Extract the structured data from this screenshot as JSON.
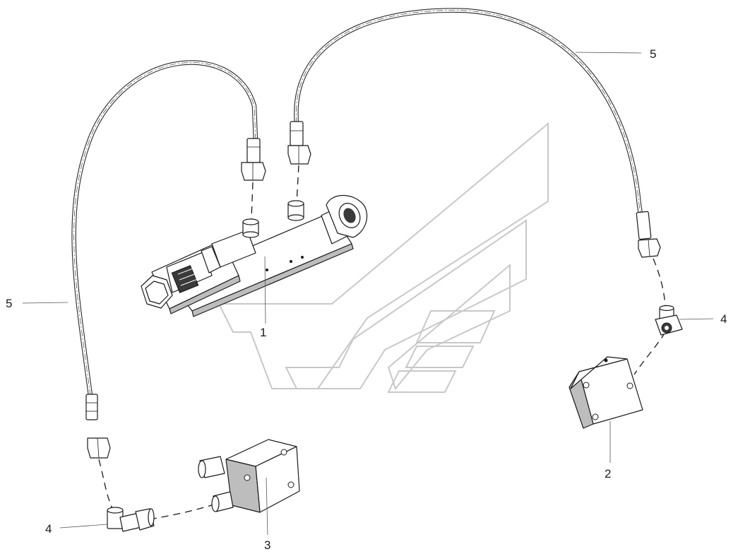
{
  "callouts": {
    "part_1": "1",
    "part_2": "2",
    "part_3": "3",
    "part_4_left": "4",
    "part_4_right": "4",
    "part_5_left": "5",
    "part_5_right": "5"
  },
  "colors": {
    "line": "#1a1a1a",
    "watermark": "#c8c8c8",
    "shading": "#bdbdbd"
  }
}
